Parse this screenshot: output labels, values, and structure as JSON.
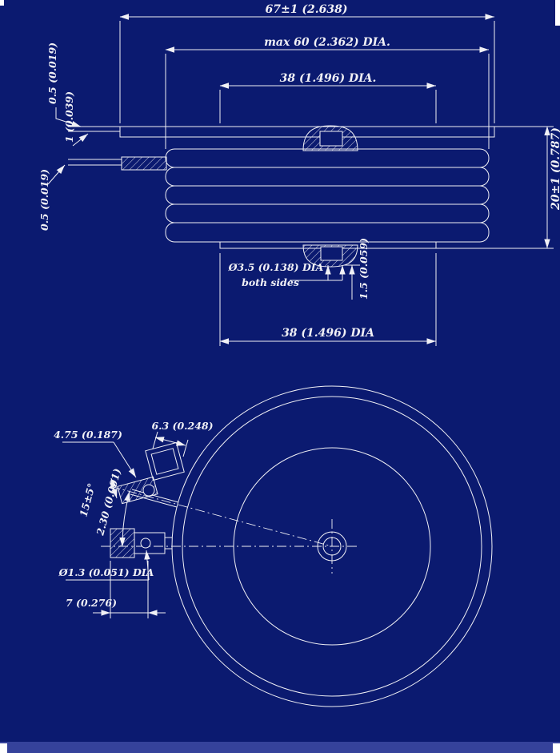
{
  "colors": {
    "background": "#0b1a70",
    "line": "#f0f0f5",
    "footer_strip": "#35429b"
  },
  "side_view": {
    "dim_overall_width": "67±1 (2.638)",
    "dim_max_body_dia": "max 60 (2.362) DIA.",
    "dim_top_pole_dia": "38 (1.496) DIA.",
    "dim_bottom_pole_dia": "38 (1.496) DIA",
    "dim_height": "20±1 (0.787)",
    "dim_top_tab_thickness": "0.5 (0.019)",
    "dim_tab_spacing": "1 (0.039)",
    "dim_gate_tab_thickness": "0.5 (0.019)",
    "dim_center_hole": "Ø3.5 (0.138) DIA",
    "dim_center_hole_note": "both sides",
    "dim_recess_depth": "1.5 (0.059)"
  },
  "plan_view": {
    "dim_lug_width": "6.3 (0.248)",
    "dim_lug_height": "4.75 (0.187)",
    "dim_lead_angle": "15±5°",
    "dim_lead_width": "2.30 (0.091)",
    "dim_lug_hole_dia": "Ø1.3 (0.051) DIA",
    "dim_terminal_length": "7 (0.276)"
  }
}
